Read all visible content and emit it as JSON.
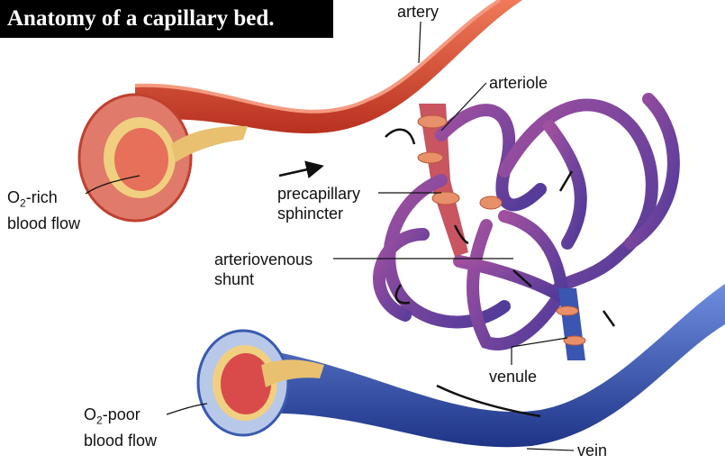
{
  "title": "Anatomy of a capillary bed.",
  "labels": {
    "artery": "artery",
    "arteriole": "arteriole",
    "o2_rich_line1_prefix": "O",
    "o2_rich_sub": "2",
    "o2_rich_line1_suffix": "-rich",
    "o2_rich_line2": "blood flow",
    "precapillary_line1": "precapillary",
    "precapillary_line2": "sphincter",
    "shunt_line1": "arteriovenous",
    "shunt_line2": "shunt",
    "venule": "venule",
    "o2_poor_line1_prefix": "O",
    "o2_poor_sub": "2",
    "o2_poor_line1_suffix": "-poor",
    "o2_poor_line2": "blood flow",
    "vein": "vein"
  },
  "colors": {
    "artery": "#d9543a",
    "vein": "#2f4fa8",
    "capillary": "#7b3a8f",
    "sphincter": "#e8906a"
  }
}
